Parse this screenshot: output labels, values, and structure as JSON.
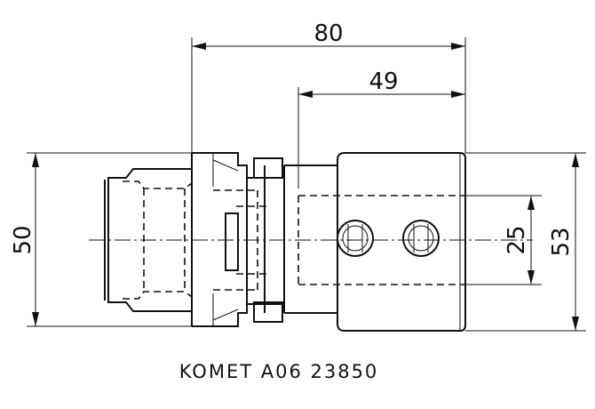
{
  "dimensions": {
    "overall_length": "80",
    "bore_depth": "49",
    "left_diameter": "50",
    "bore_diameter": "25",
    "body_diameter": "53"
  },
  "caption": "KOMET A06 23850"
}
